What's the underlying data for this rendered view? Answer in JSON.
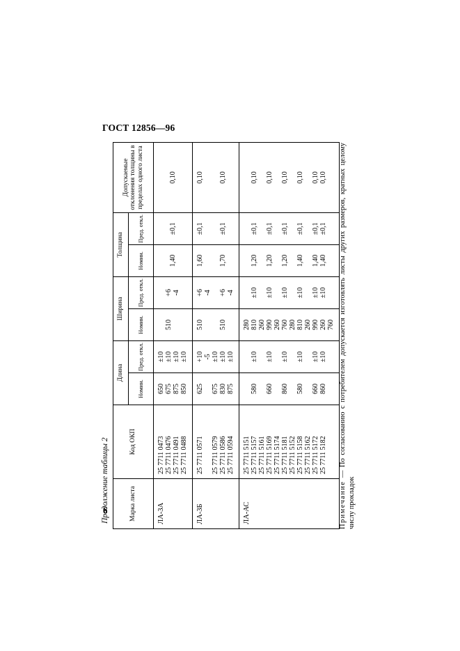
{
  "header": {
    "title": "ГОСТ 12856—96",
    "page_number": "6"
  },
  "caption": "Продолжение таблицы 2",
  "columns": {
    "mark": "Марка листа",
    "okp": "Код ОКП",
    "length": "Длина",
    "width": "Ширина",
    "thickness": "Толщина",
    "tolerance": "Допускаемые отклонения толщины в пределах одного листа",
    "nominal": "Номин.",
    "deviation": "Пред. откл."
  },
  "groups": [
    {
      "mark": "ЛА-3А",
      "okp": [
        "25 7711 0473",
        "25 7711 0476",
        "25 7711 0491",
        "25 7711 0488"
      ],
      "length_nom": [
        "650",
        "675",
        "875",
        "850"
      ],
      "length_dev": [
        "±10",
        "±10",
        "±10",
        "±10"
      ],
      "width_nom": [
        "",
        "510",
        "",
        ""
      ],
      "width_dev": [
        "",
        "+6",
        "-4",
        ""
      ],
      "thick_nom": "1,40",
      "thick_dev": "±0,1",
      "tol": "0,10"
    },
    {
      "mark": "ЛА-3Б",
      "okp": [
        "25 7711 0571",
        "",
        "25 7711 0579",
        "25 7711 0586",
        "25 7711 0594"
      ],
      "length_nom": [
        "625",
        "",
        "675",
        "830",
        "875"
      ],
      "length_dev": [
        "+10",
        "-5",
        "±10",
        "±10",
        "±10"
      ],
      "width_nom": [
        "510",
        "",
        "",
        "510",
        ""
      ],
      "width_dev": [
        "+6",
        "-4",
        "",
        "+6",
        "-4"
      ],
      "thick_nom": [
        "1,60",
        "",
        "",
        "1,70",
        ""
      ],
      "thick_dev": [
        "±0,1",
        "",
        "",
        "±0,1",
        ""
      ],
      "tol": [
        "0,10",
        "",
        "",
        "0,10",
        ""
      ]
    },
    {
      "mark": "ЛА-АС",
      "okp": [
        "25 7711 5151",
        "25 7711 5157",
        "25 7711 5161",
        "25 7711 5169",
        "25 7711 5174",
        "25 7711 5181",
        "25 7711 5152",
        "25 7711 5158",
        "25 7711 5162",
        "25 7711 5172",
        "25 7711 5182"
      ],
      "length_nom": [
        "",
        "580",
        "",
        "660",
        "",
        "860",
        "",
        "580",
        "",
        "660",
        "860"
      ],
      "length_dev": [
        "",
        "±10",
        "",
        "±10",
        "",
        "±10",
        "",
        "±10",
        "",
        "±10",
        "±10"
      ],
      "width_nom": [
        "280",
        "810",
        "260",
        "990",
        "260",
        "760",
        "280",
        "810",
        "260",
        "990",
        "260",
        "760"
      ],
      "width_dev": [
        "",
        "±10",
        "",
        "±10",
        "",
        "±10",
        "",
        "±10",
        "",
        "±10",
        "±10"
      ],
      "thick_nom": [
        "",
        "1,20",
        "",
        "1,20",
        "",
        "1,20",
        "",
        "1,40",
        "",
        "1,40",
        "1,40"
      ],
      "thick_dev": [
        "",
        "±0,1",
        "",
        "±0,1",
        "",
        "±0,1",
        "",
        "±0,1",
        "",
        "±0,1",
        "±0,1"
      ],
      "tol": [
        "",
        "0,10",
        "",
        "0,10",
        "",
        "0,10",
        "",
        "0,10",
        "",
        "0,10",
        "0,10"
      ]
    }
  ],
  "note": {
    "label": "Примечание",
    "text": " — По согласованию с потребителем допускается изготовлять листы других размеров, кратных целому числу прокладок"
  }
}
